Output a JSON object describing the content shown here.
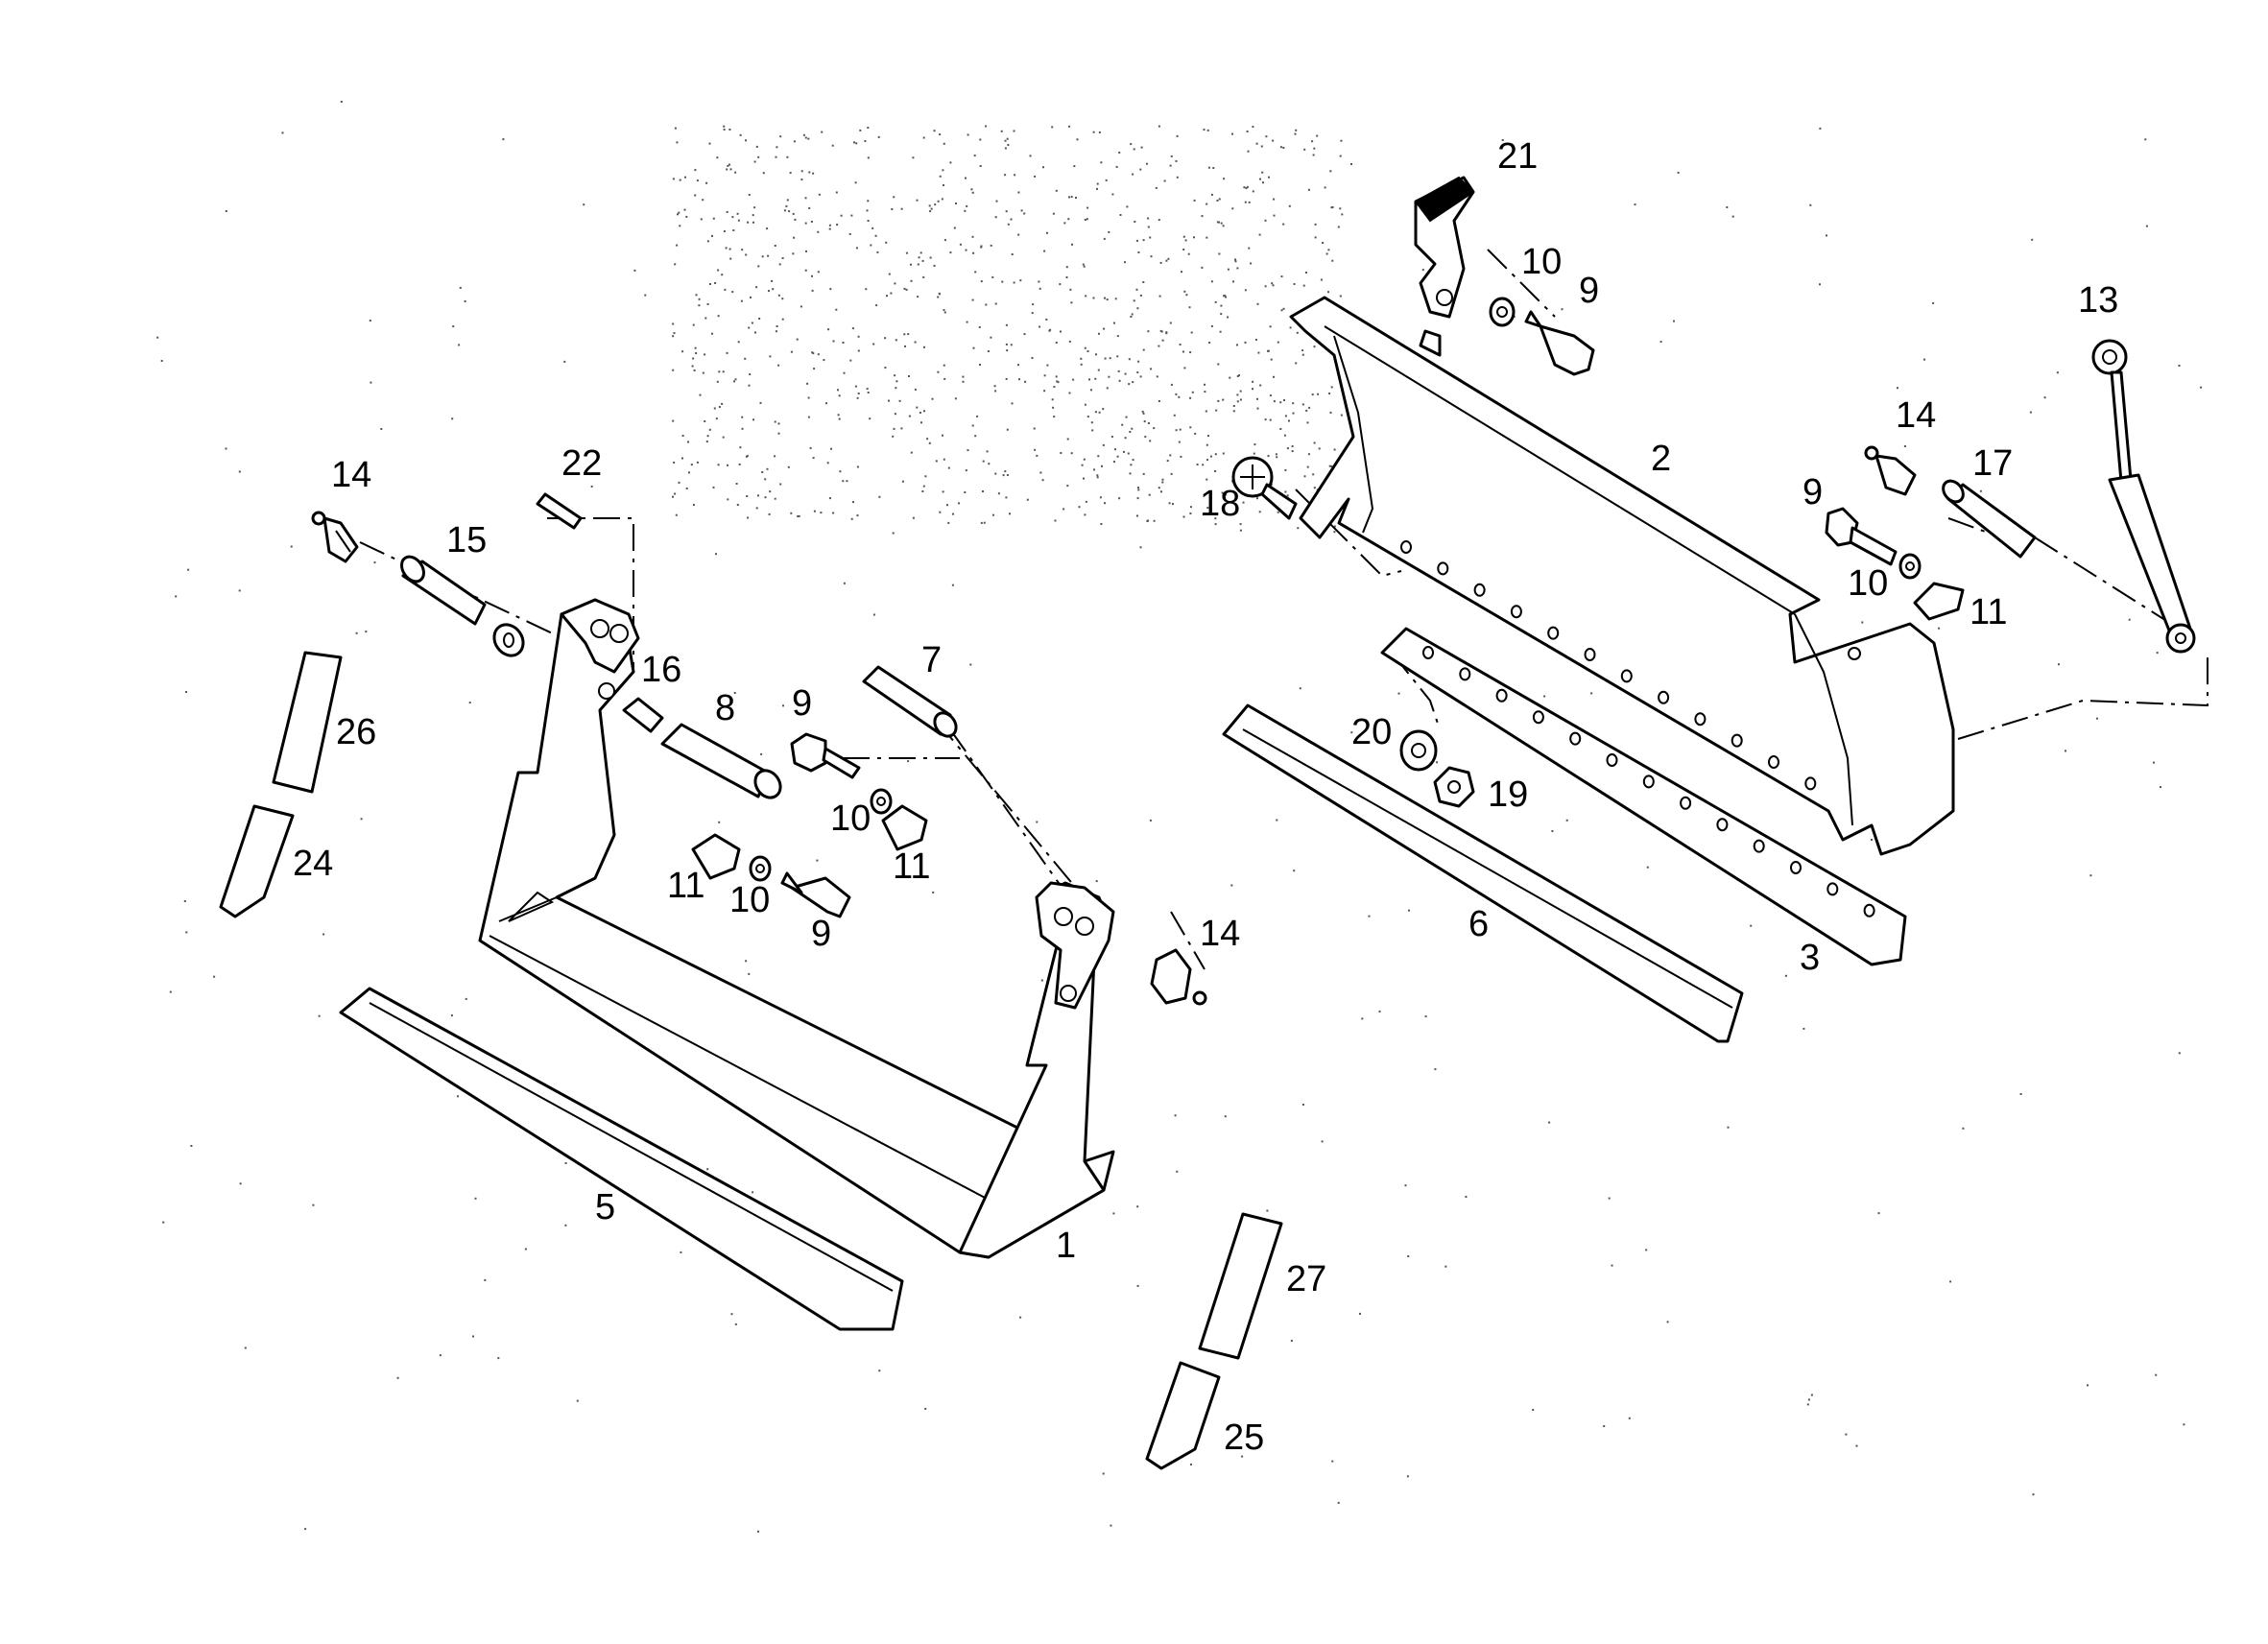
{
  "callouts": [
    {
      "id": "1",
      "label": "1"
    },
    {
      "id": "2",
      "label": "2"
    },
    {
      "id": "3",
      "label": "3"
    },
    {
      "id": "5",
      "label": "5"
    },
    {
      "id": "6",
      "label": "6"
    },
    {
      "id": "7",
      "label": "7"
    },
    {
      "id": "8",
      "label": "8"
    },
    {
      "id": "9a",
      "label": "9"
    },
    {
      "id": "9b",
      "label": "9"
    },
    {
      "id": "9c",
      "label": "9"
    },
    {
      "id": "9d",
      "label": "9"
    },
    {
      "id": "10a",
      "label": "10"
    },
    {
      "id": "10b",
      "label": "10"
    },
    {
      "id": "10c",
      "label": "10"
    },
    {
      "id": "10d",
      "label": "10"
    },
    {
      "id": "11a",
      "label": "11"
    },
    {
      "id": "11b",
      "label": "11"
    },
    {
      "id": "11c",
      "label": "11"
    },
    {
      "id": "13",
      "label": "13"
    },
    {
      "id": "14a",
      "label": "14"
    },
    {
      "id": "14b",
      "label": "14"
    },
    {
      "id": "14c",
      "label": "14"
    },
    {
      "id": "15",
      "label": "15"
    },
    {
      "id": "16",
      "label": "16"
    },
    {
      "id": "17",
      "label": "17"
    },
    {
      "id": "18",
      "label": "18"
    },
    {
      "id": "19",
      "label": "19"
    },
    {
      "id": "20",
      "label": "20"
    },
    {
      "id": "21",
      "label": "21"
    },
    {
      "id": "22",
      "label": "22"
    },
    {
      "id": "24",
      "label": "24"
    },
    {
      "id": "25",
      "label": "25"
    },
    {
      "id": "26",
      "label": "26"
    },
    {
      "id": "27",
      "label": "27"
    }
  ],
  "colors": {
    "line": "#000000",
    "background": "#ffffff"
  }
}
